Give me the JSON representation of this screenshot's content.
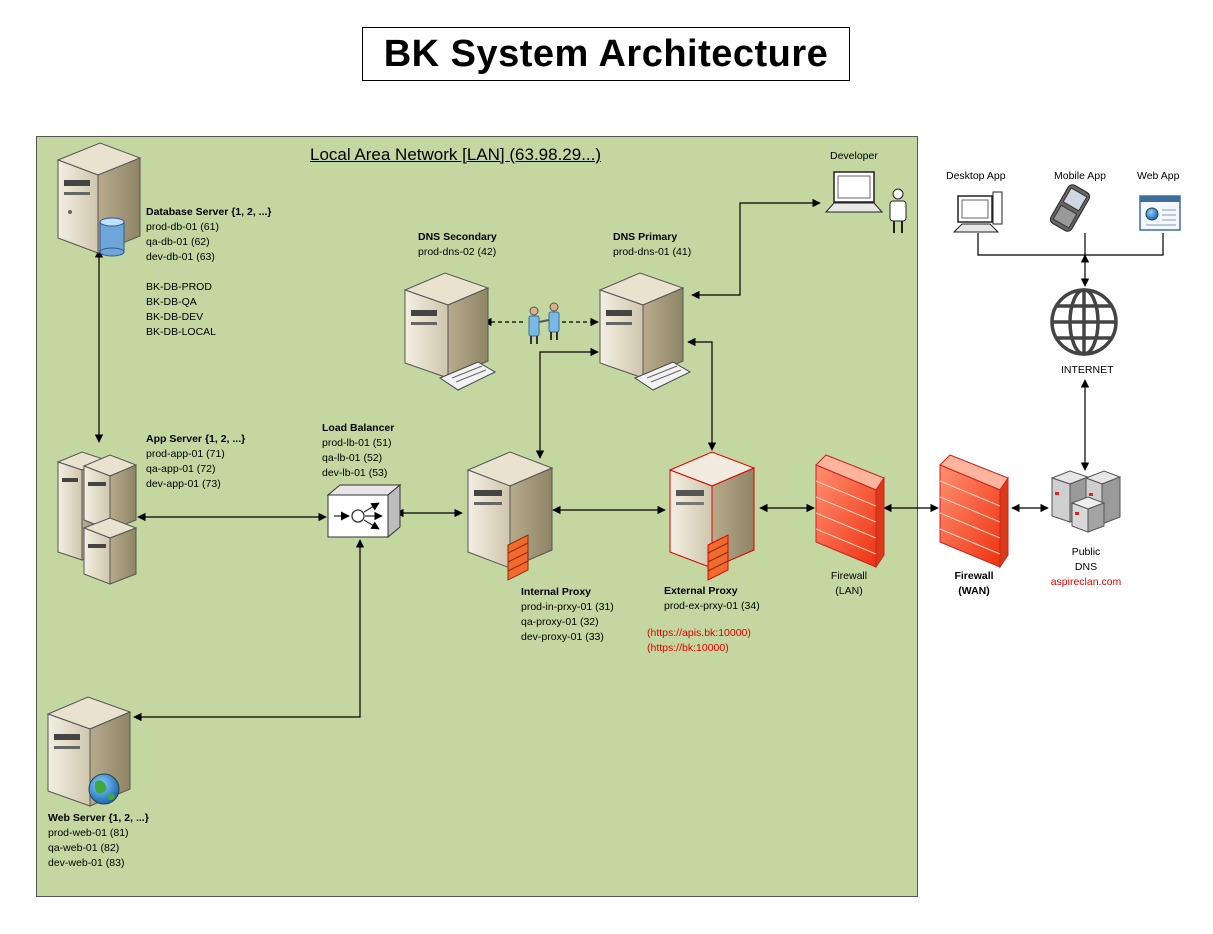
{
  "title": "BK System Architecture",
  "lan": {
    "title": "Local Area Network [LAN] (63.98.29...)"
  },
  "nodes": {
    "database": {
      "title": "Database Server {1, 2, ...}",
      "hosts": [
        "prod-db-01 (61)",
        "qa-db-01 (62)",
        "dev-db-01 (63)"
      ],
      "schemas": [
        "BK-DB-PROD",
        "BK-DB-QA",
        "BK-DB-DEV",
        "BK-DB-LOCAL"
      ]
    },
    "app": {
      "title": "App Server {1, 2, ...}",
      "hosts": [
        "prod-app-01 (71)",
        "qa-app-01 (72)",
        "dev-app-01 (73)"
      ]
    },
    "web": {
      "title": "Web Server {1, 2, ...}",
      "hosts": [
        "prod-web-01 (81)",
        "qa-web-01 (82)",
        "dev-web-01 (83)"
      ]
    },
    "load_balancer": {
      "title": "Load Balancer",
      "hosts": [
        "prod-lb-01 (51)",
        "qa-lb-01 (52)",
        "dev-lb-01 (53)"
      ]
    },
    "dns_secondary": {
      "title": "DNS Secondary",
      "host": "prod-dns-02 (42)"
    },
    "dns_primary": {
      "title": "DNS Primary",
      "host": "prod-dns-01 (41)"
    },
    "developer": {
      "title": "Developer"
    },
    "internal_proxy": {
      "title": "Internal Proxy",
      "hosts": [
        "prod-in-prxy-01 (31)",
        "qa-proxy-01 (32)",
        "dev-proxy-01 (33)"
      ]
    },
    "external_proxy": {
      "title": "External Proxy",
      "host": "prod-ex-prxy-01 (34)",
      "urls": [
        "(https://apis.bk:10000)",
        "(https://bk:10000)"
      ]
    },
    "firewall_lan": {
      "title": "Firewall",
      "sub": "(LAN)"
    },
    "firewall_wan": {
      "title": "Firewall",
      "sub": "(WAN)"
    },
    "public_dns": {
      "title": "Public",
      "sub": "DNS",
      "domain": "aspireclan.com"
    },
    "internet": {
      "title": "INTERNET"
    },
    "desktop_app": {
      "title": "Desktop App"
    },
    "mobile_app": {
      "title": "Mobile App"
    },
    "web_app": {
      "title": "Web App"
    }
  },
  "colors": {
    "lan_bg": "#c4d7a1",
    "alert_red": "#e00000",
    "firewall": "#ff5533"
  },
  "icons": [
    "server-icon",
    "database-icon",
    "server-stack-icon",
    "load-balancer-icon",
    "globe-icon",
    "firewall-icon",
    "laptop-icon",
    "person-icon",
    "handshake-icon",
    "proxy-icon",
    "internet-icon",
    "desktop-icon",
    "mobile-icon",
    "browser-icon"
  ]
}
